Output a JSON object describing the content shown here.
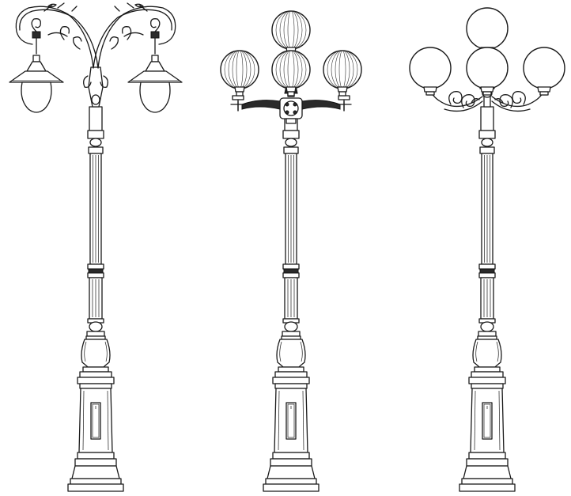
{
  "page": {
    "background": "#ffffff",
    "line_color": "#1a1a1a"
  },
  "lamps": [
    {
      "id": "lamp-1",
      "style": "double-arm scrollwork with hanging bell lanterns",
      "lantern_count": 2
    },
    {
      "id": "lamp-2",
      "style": "cross arm with four ribbed globes",
      "lantern_count": 4
    },
    {
      "id": "lamp-3",
      "style": "scroll arms with four smooth globes",
      "lantern_count": 4
    }
  ]
}
